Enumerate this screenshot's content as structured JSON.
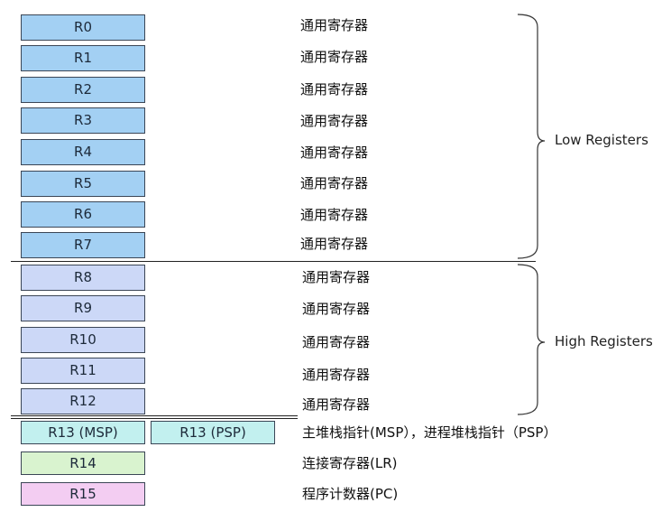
{
  "low_registers": [
    {
      "name": "R0",
      "desc": "通用寄存器"
    },
    {
      "name": "R1",
      "desc": "通用寄存器"
    },
    {
      "name": "R2",
      "desc": "通用寄存器"
    },
    {
      "name": "R3",
      "desc": "通用寄存器"
    },
    {
      "name": "R4",
      "desc": "通用寄存器"
    },
    {
      "name": "R5",
      "desc": "通用寄存器"
    },
    {
      "name": "R6",
      "desc": "通用寄存器"
    },
    {
      "name": "R7",
      "desc": "通用寄存器"
    }
  ],
  "high_registers": [
    {
      "name": "R8",
      "desc": "通用寄存器"
    },
    {
      "name": "R9",
      "desc": "通用寄存器"
    },
    {
      "name": "R10",
      "desc": "通用寄存器"
    },
    {
      "name": "R11",
      "desc": "通用寄存器"
    },
    {
      "name": "R12",
      "desc": "通用寄存器"
    }
  ],
  "special_registers": {
    "r13_msp": "R13 (MSP)",
    "r13_psp": "R13 (PSP)",
    "r13_desc": "主堆栈指针(MSP），进程堆栈指针（PSP）",
    "r14": "R14",
    "r14_desc": "连接寄存器(LR)",
    "r15": "R15",
    "r15_desc": "程序计数器(PC)"
  },
  "groups": {
    "low_label": "Low Registers",
    "high_label": "High Registers"
  },
  "colors": {
    "low_fill": "#a3d0f3",
    "high_fill": "#ccd8f7",
    "sp_fill": "#c2f0ef",
    "lr_fill": "#d9f3cf",
    "pc_fill": "#f3cdf2"
  }
}
